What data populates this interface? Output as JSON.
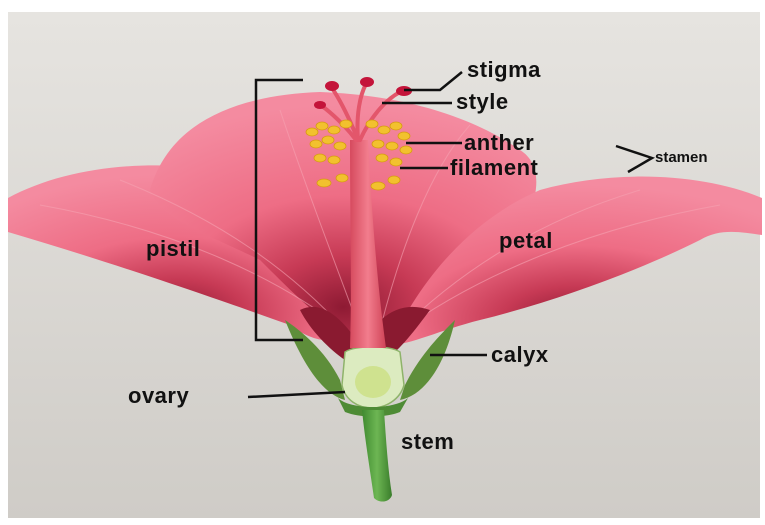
{
  "labels": {
    "stigma": "stigma",
    "style": "style",
    "anther": "anther",
    "filament": "filament",
    "stamen": "stamen",
    "pistil": "pistil",
    "petal": "petal",
    "calyx": "calyx",
    "ovary": "ovary",
    "stem": "stem"
  },
  "colors": {
    "background": "#dcdad6",
    "petal": "#ef6f86",
    "petal_dark": "#a8243e",
    "pistil": "#e85b6f",
    "anther": "#f2c12e",
    "stem": "#4d9a3c",
    "calyx": "#5e8e3a",
    "label": "#111111"
  }
}
